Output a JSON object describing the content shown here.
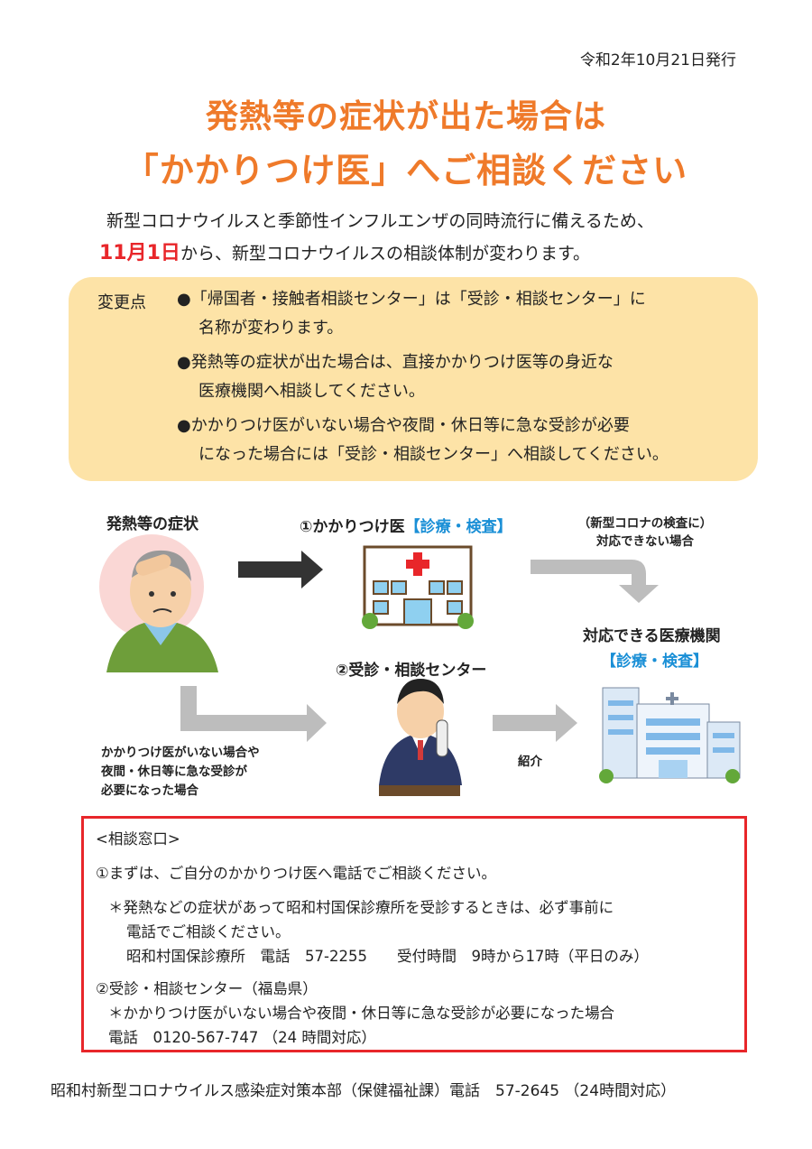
{
  "issue_date": "令和2年10月21日発行",
  "title": {
    "line1": "発熱等の症状が出た場合は",
    "line2": "「かかりつけ医」へご相談ください"
  },
  "intro": {
    "line1": "新型コロナウイルスと季節性インフルエンザの同時流行に備えるため、",
    "date": "11月1日",
    "line2_rest": "から、新型コロナウイルスの相談体制が変わります。"
  },
  "changes": {
    "label": "変更点",
    "bullets": [
      {
        "line1": "●「帰国者・接触者相談センター」は「受診・相談センター」に",
        "line2": "名称が変わります。"
      },
      {
        "line1": "●発熱等の症状が出た場合は、直接かかりつけ医等の身近な",
        "line2": "医療機関へ相談してください。"
      },
      {
        "line1": "●かかりつけ医がいない場合や夜間・休日等に急な受診が必要",
        "line2": "になった場合には「受診・相談センター」へ相談してください。"
      }
    ]
  },
  "flow": {
    "symptom_label": "発熱等の症状",
    "doctor_label": "①かかりつけ医",
    "doctor_tag": "【診療・検査】",
    "cannot_note_line1": "（新型コロナの検査に）",
    "cannot_note_line2": "対応できない場合",
    "center_label": "②受診・相談センター",
    "facility_label": "対応できる医療機関",
    "facility_tag": "【診療・検査】",
    "no_doctor_line1": "かかりつけ医がいない場合や",
    "no_doctor_line2": "夜間・休日等に急な受診が",
    "no_doctor_line3": "必要になった場合",
    "referral": "紹介"
  },
  "contact": {
    "heading": "<相談窓口>",
    "item1": "①まずは、ご自分のかかりつけ医へ電話でご相談ください。",
    "note1_line1": "＊発熱などの症状があって昭和村国保診療所を受診するときは、必ず事前に",
    "note1_line2": "電話でご相談ください。",
    "clinic_line": "昭和村国保診療所　電話　57-2255　　受付時間　9時から17時（平日のみ）",
    "item2": "②受診・相談センター（福島県）",
    "note2": "＊かかりつけ医がいない場合や夜間・休日等に急な受診が必要になった場合",
    "phone2": "電話　0120-567-747 （24 時間対応）"
  },
  "footer": "昭和村新型コロナウイルス感染症対策本部（保健福祉課）電話　57-2645 （24時間対応）"
}
